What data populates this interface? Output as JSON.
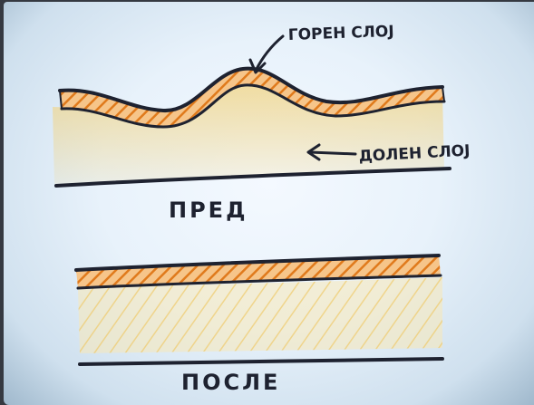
{
  "labels": {
    "top_layer": "ГОРЕН СЛОЈ",
    "bottom_layer": "ДОЛЕН СЛОЈ",
    "before": "ПРЕД",
    "after": "ПОСЛЕ"
  },
  "colors": {
    "ink": "#1e2230",
    "orange": "#e48a2e",
    "yellow_fill": "#f2d38a",
    "paper": "#eef5fc"
  }
}
